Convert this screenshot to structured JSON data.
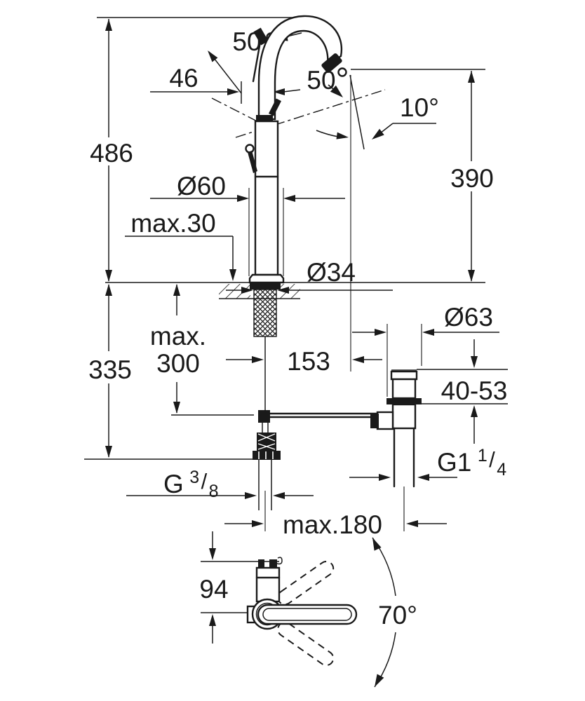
{
  "drawing": {
    "title": "Faucet technical dimension drawing",
    "subject": "Single-lever high-arc basin mixer with swivel spout and pop-up waste, front view and plan view",
    "units": "mm",
    "ink_color": "#1a1a1a",
    "background_color": "#ffffff"
  },
  "dims": {
    "swivel_left": "50",
    "swivel_right": "50",
    "outlet_offset": "46",
    "spout_tilt": "10°",
    "total_height": "486",
    "outlet_height": "390",
    "base_dia": "Ø60",
    "deck_thickness": "max.30",
    "hole_dia": "Ø34",
    "hose_length_line1": "max.",
    "hose_length_line2": "300",
    "under_deck": "335",
    "spout_reach": "153",
    "waste_flange_dia": "Ø63",
    "clamp_range": "40-53",
    "waste_thread": {
      "main": "G1",
      "sup": "1",
      "slash": "/",
      "sub": "4"
    },
    "supply_thread": {
      "main": "G",
      "sup": "3",
      "slash": "/",
      "sub": "8"
    },
    "drain_offset": "max.180",
    "plan_depth": "94",
    "swivel_range": "70°"
  }
}
